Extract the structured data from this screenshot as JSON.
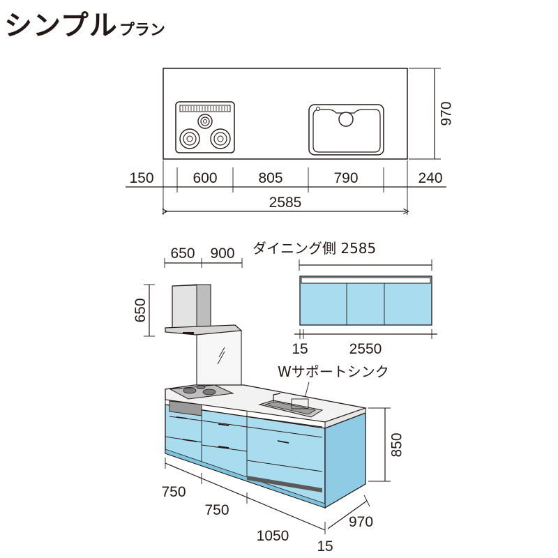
{
  "title": {
    "main": "シンプル",
    "sub": "プラン"
  },
  "plan_view": {
    "depth": "970",
    "segments": [
      "150",
      "600",
      "805",
      "790",
      "240"
    ],
    "total": "2585"
  },
  "hood": {
    "width_a": "650",
    "width_b": "900",
    "height": "650"
  },
  "dining_cabinet": {
    "label": "ダイニング側 2585",
    "left_gap": "15",
    "width": "2550"
  },
  "sink_label": "Wサポートシンク",
  "kitchen": {
    "height": "850",
    "widths": [
      "750",
      "750",
      "1050"
    ],
    "depth": "970",
    "end_gap": "15"
  },
  "colors": {
    "cabinet": "#a9dcef",
    "cabinet_dark": "#7ec3de",
    "hood": "#d9d9d9",
    "line": "#231815"
  }
}
